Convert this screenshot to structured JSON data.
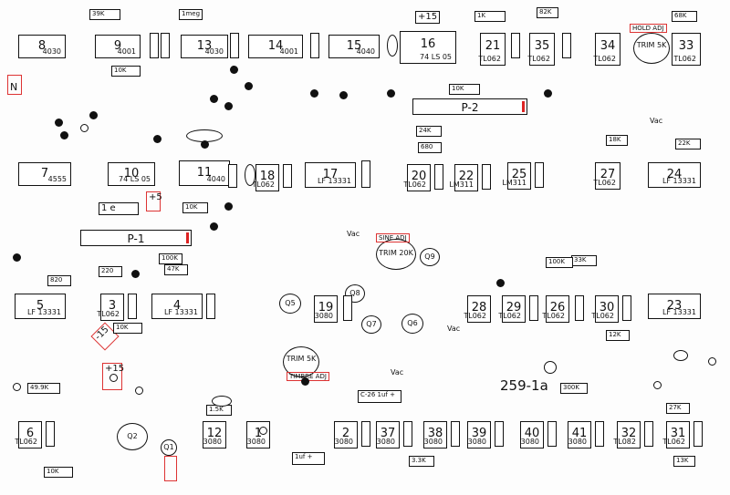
{
  "connectors": {
    "p2": "P-2",
    "p1": "P-1"
  },
  "ics": {
    "u8": {
      "num": "8",
      "part": "4030"
    },
    "u9": {
      "num": "9",
      "part": "4001"
    },
    "u13": {
      "num": "13",
      "part": "4030"
    },
    "u14": {
      "num": "14",
      "part": "4001"
    },
    "u15": {
      "num": "15",
      "part": "4040"
    },
    "u16": {
      "num": "16",
      "part": "74 LS 05"
    },
    "u21": {
      "num": "21",
      "part": "TL062"
    },
    "u35": {
      "num": "35",
      "part": "TL062"
    },
    "u34": {
      "num": "34",
      "part": "TL062"
    },
    "u33": {
      "num": "33",
      "part": "TL062"
    },
    "u7": {
      "num": "7",
      "part": "4555"
    },
    "u10": {
      "num": "10",
      "part": "74 LS 05"
    },
    "u11": {
      "num": "11",
      "part": "4040"
    },
    "u18": {
      "num": "18",
      "part": "TL062"
    },
    "u17": {
      "num": "17",
      "part": "LF 13331"
    },
    "u20": {
      "num": "20",
      "part": "TL062"
    },
    "u22": {
      "num": "22",
      "part": "LM311"
    },
    "u25": {
      "num": "25",
      "part": "LM311"
    },
    "u27": {
      "num": "27",
      "part": "TL062"
    },
    "u24": {
      "num": "24",
      "part": "LF 13331"
    },
    "u5": {
      "num": "5",
      "part": "LF 13331"
    },
    "u3": {
      "num": "3",
      "part": "TL062"
    },
    "u4": {
      "num": "4",
      "part": "LF 13331"
    },
    "u19": {
      "num": "19",
      "part": "3080"
    },
    "u28": {
      "num": "28",
      "part": "TL062"
    },
    "u29": {
      "num": "29",
      "part": "TL062"
    },
    "u26": {
      "num": "26",
      "part": "TL062"
    },
    "u30": {
      "num": "30",
      "part": "TL062"
    },
    "u23": {
      "num": "23",
      "part": "LF 13331"
    },
    "u6": {
      "num": "6",
      "part": "TL062"
    },
    "u12": {
      "num": "12",
      "part": "3080"
    },
    "u1": {
      "num": "1",
      "part": "3080"
    },
    "u2": {
      "num": "2",
      "part": "3080"
    },
    "u37": {
      "num": "37",
      "part": "3080"
    },
    "u38": {
      "num": "38",
      "part": "3080"
    },
    "u39": {
      "num": "39",
      "part": "3080"
    },
    "u40": {
      "num": "40",
      "part": "3080"
    },
    "u41": {
      "num": "41",
      "part": "3080"
    },
    "u32": {
      "num": "32",
      "part": "TL082"
    },
    "u31": {
      "num": "31",
      "part": "TL062"
    }
  },
  "labels": {
    "board_id": "259-1a",
    "plus15_top": "+15",
    "plus5": "+5",
    "minus15": "-15",
    "plus15_bottom": "+15",
    "trim5k_top": "TRIM 5K",
    "trim20k": "TRIM 20K",
    "trim5k_bottom": "TRIM 5K",
    "hold_adj": "HOLD ADJ",
    "sine_adj": "SINE ADJ",
    "timbre_adj": "TIMBRE ADJ",
    "n": "N",
    "one_e": "1 e",
    "q1": "Q1",
    "q2": "Q2",
    "q5": "Q5",
    "q6": "Q6",
    "q7": "Q7",
    "q8": "Q8",
    "q9": "Q9",
    "vac_a": "Vac",
    "vac_b": "Vac",
    "vac_c": "Vac",
    "vac_d": "Vac",
    "c26": "C-26  1uf +",
    "cap_1uf": "1uf +"
  },
  "resistors": {
    "r_39k": "39K",
    "r_1meg": "1meg",
    "r_1k": "1K",
    "r_82k": "82K",
    "r_68k": "68K",
    "r_10k_a": "10K",
    "r_10k_b": "10K",
    "r_10k_c": "10K",
    "r_10k_d": "10K",
    "r_10k_e": "10K",
    "r_22k": "22K",
    "r_33k": "33K",
    "r_100k_a": "100K",
    "r_100k_b": "100K",
    "r_47k": "47K",
    "r_24k": "24K",
    "r_680": "680",
    "r_220": "220",
    "r_820": "820",
    "r_1_5k": "1.5K",
    "r_18k": "18K",
    "r_12k": "12K",
    "r_27k": "27K",
    "r_3_3k": "3.3K",
    "r_300k": "300K",
    "r_13k": "13K",
    "r_49_9k": "49.9K"
  }
}
